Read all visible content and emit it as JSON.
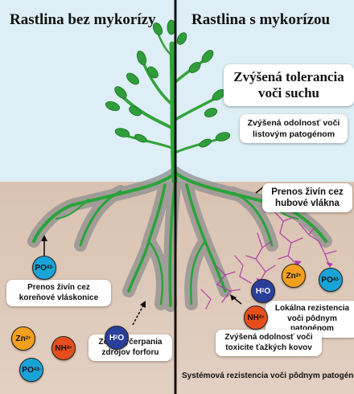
{
  "titles": {
    "left": "Rastlina bez mykorízy",
    "right": "Rastlina s mykorízou"
  },
  "labels": {
    "drought": "Zvýšená tolerancia voči suchu",
    "leaf_pathogens": "Zvýšená odolnosť voči listovým patogénom",
    "fungal_transfer": "Prenos živín cez hubové vlákna",
    "local_resistance": "Lokálna rezistencia voči pôdnym patogénom",
    "heavy_metals": "Zvýšená odolnosť voči toxicite ťažkých kovov",
    "systemic": "Systémová rezistencia voči pôdnym patogénom",
    "root_hair_transfer": "Prenos živín cez koreňové vláskonice",
    "depletion_zone": "Zóna vyčerpania zdrojov forforu"
  },
  "ions": {
    "phosphate": "PO4 3-",
    "zinc": "Zn 2+",
    "ammonium": "NH4 +",
    "water": "H2O"
  },
  "colors": {
    "sky": "#ddeef6",
    "soil": "#d9c2b1",
    "plant_green": "#2f9e3a",
    "hyphae_purple": "#b03aa8",
    "phosphate_blue": "#1aa3d6",
    "zinc_orange": "#f4a01e",
    "ammonium_red": "#e84e1b",
    "water_navy": "#2a3f9a"
  }
}
